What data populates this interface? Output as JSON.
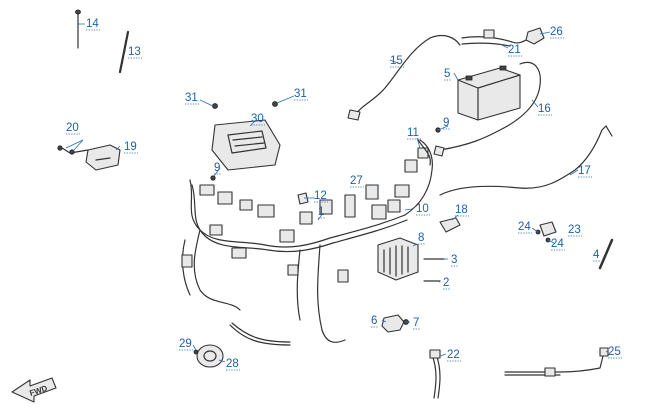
{
  "diagram": {
    "callouts": [
      "1",
      "2",
      "3",
      "4",
      "5",
      "6",
      "7",
      "8",
      "9",
      "9",
      "10",
      "11",
      "12",
      "13",
      "14",
      "15",
      "16",
      "17",
      "18",
      "19",
      "20",
      "21",
      "22",
      "23",
      "24",
      "24",
      "25",
      "26",
      "27",
      "28",
      "29",
      "30",
      "31",
      "31"
    ],
    "fwd_label": "FWD"
  }
}
